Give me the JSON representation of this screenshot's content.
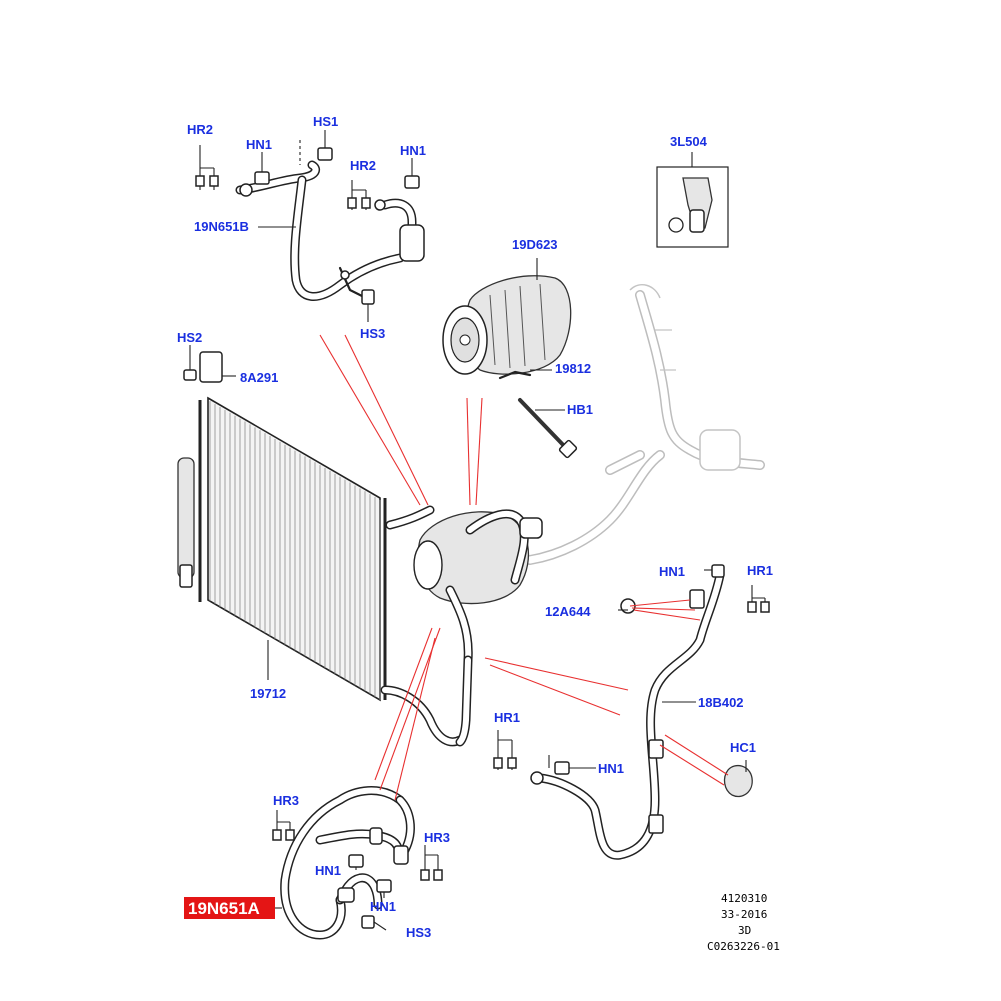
{
  "labels": {
    "hr2_top": "HR2",
    "hn1_top_left": "HN1",
    "hs1": "HS1",
    "hr2_mid": "HR2",
    "hn1_top_right": "HN1",
    "part_19n651b": "19N651B",
    "hs3_top": "HS3",
    "part_3l504": "3L504",
    "part_19d623": "19D623",
    "part_19812": "19812",
    "hb1": "HB1",
    "hs2": "HS2",
    "part_8a291": "8A291",
    "part_19712": "19712",
    "hn1_right": "HN1",
    "hr1_right": "HR1",
    "part_12a644": "12A644",
    "part_18b402": "18B402",
    "hr1_mid": "HR1",
    "hn1_mid": "HN1",
    "hc1": "HC1",
    "hr3_left": "HR3",
    "hr3_right": "HR3",
    "hn1_bottom_left": "HN1",
    "hn1_bottom_right": "HN1",
    "part_19n651a": "19N651A",
    "hs3_bottom": "HS3"
  },
  "reference": {
    "line1": "4120310",
    "line2": "33-2016",
    "line3": "3D",
    "line4": "C0263226-01"
  },
  "colors": {
    "label_blue": "#1a2fe0",
    "highlight_red": "#e41515",
    "leader_red": "#e83030"
  }
}
